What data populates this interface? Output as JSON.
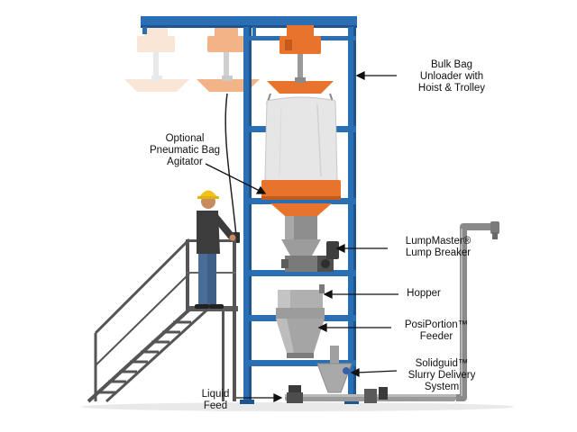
{
  "colors": {
    "frame": "#2a6fb3",
    "frame_dark": "#1e5590",
    "orange": "#e8732c",
    "orange_light": "#f2a06a",
    "orange_faint": "#f6c9a6",
    "bag": "#e6e6e6",
    "steel": "#a9a9a9",
    "steel_dark": "#6f6f6f",
    "stair": "#555555",
    "pipe": "#8a8a8a",
    "hardhat": "#f2c21b",
    "shirt": "#3c3c3c",
    "jeans": "#4a6c99",
    "arrow": "#111111"
  },
  "labels": {
    "bulk_bag": [
      "Bulk Bag",
      "Unloader with",
      "Hoist & Trolley"
    ],
    "agitator": [
      "Optional",
      "Pneumatic Bag",
      "Agitator"
    ],
    "lumpmaster": [
      "LumpMaster®",
      "Lump Breaker"
    ],
    "hopper": [
      "Hopper"
    ],
    "posiportion": [
      "PosiPortion™",
      "Feeder"
    ],
    "solidquid": [
      "Solidguid™",
      "Slurry Delivery",
      "System"
    ],
    "liquid_feed": [
      "Liquid",
      "Feed"
    ]
  }
}
